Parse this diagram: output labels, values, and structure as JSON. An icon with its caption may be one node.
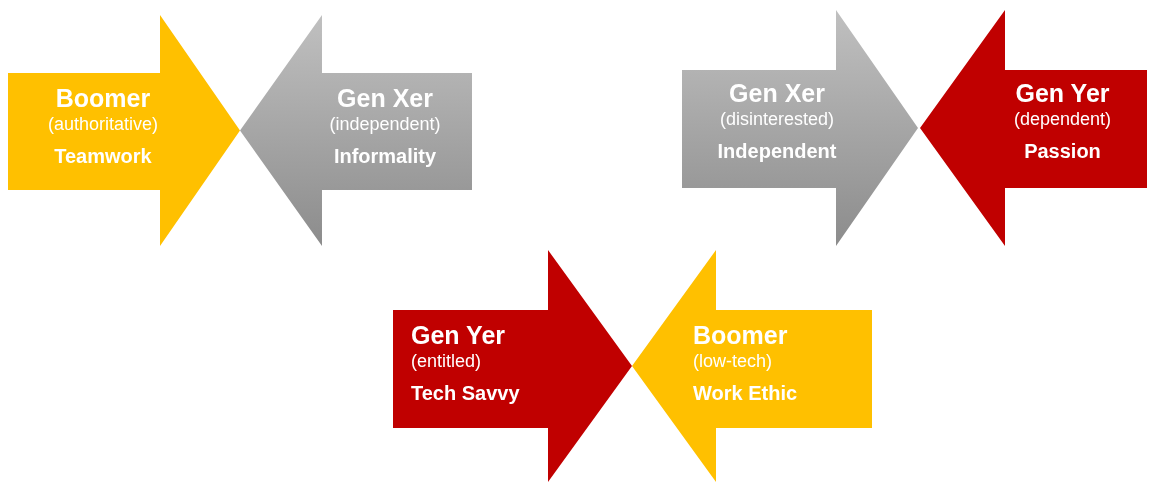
{
  "diagram": {
    "nodes": [
      {
        "text": [
          "Boomer",
          "(authoritative)",
          "Teamwork"
        ]
      },
      {
        "text": [
          "Gen Xer",
          "(independent)",
          "Informality"
        ]
      },
      {
        "text": [
          "Gen Xer",
          "(disinterested)",
          "Independent"
        ]
      },
      {
        "text": [
          "Gen Yer",
          "(dependent)",
          "Passion"
        ]
      },
      {
        "text": [
          "Gen Yer",
          "(entitled)",
          "Tech Savvy"
        ]
      },
      {
        "text": [
          "Boomer",
          "(low-tech)",
          "Work Ethic"
        ]
      }
    ]
  }
}
